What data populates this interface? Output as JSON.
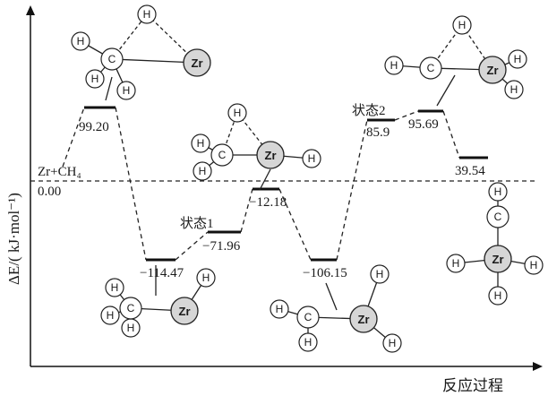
{
  "axis": {
    "y_label": "ΔE/( kJ·mol⁻¹)",
    "x_label": "反应过程"
  },
  "reference": {
    "label": "Zr+CH₄",
    "value": "0.00"
  },
  "levels": [
    {
      "id": "ts1",
      "value": "99.20"
    },
    {
      "id": "int1",
      "value": "−114.47"
    },
    {
      "id": "state1",
      "value": "−71.96",
      "state_label": "状态1"
    },
    {
      "id": "int2",
      "value": "−12.18"
    },
    {
      "id": "int3",
      "value": "−106.15"
    },
    {
      "id": "state2",
      "value": "85.9",
      "state_label": "状态2"
    },
    {
      "id": "int4",
      "value": "95.69"
    },
    {
      "id": "prod",
      "value": "39.54"
    }
  ],
  "atoms": {
    "zr": "Zr",
    "c": "C",
    "h": "H"
  }
}
